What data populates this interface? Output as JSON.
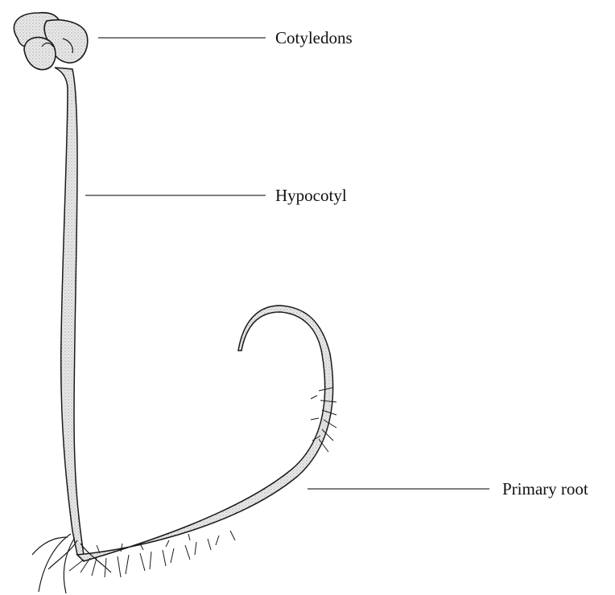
{
  "figure": {
    "labels": {
      "cotyledons": "Cotyledons",
      "hypocotyl": "Hypocotyl",
      "primary_root": "Primary root"
    }
  },
  "colors": {
    "ink": "#1a1a1a",
    "stem_fill": "#e6e6e6",
    "stem_shade": "#9a9a9a",
    "leader_line": "#333333"
  }
}
